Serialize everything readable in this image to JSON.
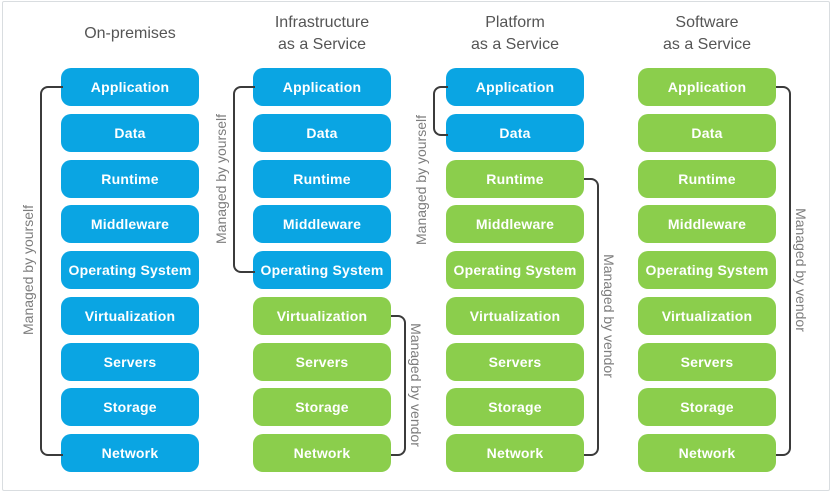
{
  "figure": {
    "colors": {
      "managed_by_self": "#0aa5e3",
      "managed_by_vendor": "#8bce4c"
    },
    "bracket_labels": {
      "self": "Managed by yourself",
      "vendor": "Managed by vendor"
    },
    "columns": [
      {
        "id": "on-premises",
        "title_lines": [
          "On-premises"
        ],
        "layers": [
          {
            "label": "Application",
            "managed_by": "self"
          },
          {
            "label": "Data",
            "managed_by": "self"
          },
          {
            "label": "Runtime",
            "managed_by": "self"
          },
          {
            "label": "Middleware",
            "managed_by": "self"
          },
          {
            "label": "Operating System",
            "managed_by": "self"
          },
          {
            "label": "Virtualization",
            "managed_by": "self"
          },
          {
            "label": "Servers",
            "managed_by": "self"
          },
          {
            "label": "Storage",
            "managed_by": "self"
          },
          {
            "label": "Network",
            "managed_by": "self"
          }
        ],
        "brackets": [
          {
            "side": "left",
            "from": 0,
            "to": 8,
            "label": "Managed by yourself"
          }
        ]
      },
      {
        "id": "iaas",
        "title_lines": [
          "Infrastructure",
          "as a Service"
        ],
        "layers": [
          {
            "label": "Application",
            "managed_by": "self"
          },
          {
            "label": "Data",
            "managed_by": "self"
          },
          {
            "label": "Runtime",
            "managed_by": "self"
          },
          {
            "label": "Middleware",
            "managed_by": "self"
          },
          {
            "label": "Operating System",
            "managed_by": "self"
          },
          {
            "label": "Virtualization",
            "managed_by": "vendor"
          },
          {
            "label": "Servers",
            "managed_by": "vendor"
          },
          {
            "label": "Storage",
            "managed_by": "vendor"
          },
          {
            "label": "Network",
            "managed_by": "vendor"
          }
        ],
        "brackets": [
          {
            "side": "left",
            "from": 0,
            "to": 4,
            "label": "Managed by yourself"
          },
          {
            "side": "right",
            "from": 5,
            "to": 8,
            "label": "Managed by vendor"
          }
        ]
      },
      {
        "id": "paas",
        "title_lines": [
          "Platform",
          "as a Service"
        ],
        "layers": [
          {
            "label": "Application",
            "managed_by": "self"
          },
          {
            "label": "Data",
            "managed_by": "self"
          },
          {
            "label": "Runtime",
            "managed_by": "vendor"
          },
          {
            "label": "Middleware",
            "managed_by": "vendor"
          },
          {
            "label": "Operating System",
            "managed_by": "vendor"
          },
          {
            "label": "Virtualization",
            "managed_by": "vendor"
          },
          {
            "label": "Servers",
            "managed_by": "vendor"
          },
          {
            "label": "Storage",
            "managed_by": "vendor"
          },
          {
            "label": "Network",
            "managed_by": "vendor"
          }
        ],
        "brackets": [
          {
            "side": "left",
            "from": 0,
            "to": 1,
            "label": "Managed by yourself"
          },
          {
            "side": "right",
            "from": 2,
            "to": 8,
            "label": "Managed by vendor"
          }
        ]
      },
      {
        "id": "saas",
        "title_lines": [
          "Software",
          "as a Service"
        ],
        "layers": [
          {
            "label": "Application",
            "managed_by": "vendor"
          },
          {
            "label": "Data",
            "managed_by": "vendor"
          },
          {
            "label": "Runtime",
            "managed_by": "vendor"
          },
          {
            "label": "Middleware",
            "managed_by": "vendor"
          },
          {
            "label": "Operating System",
            "managed_by": "vendor"
          },
          {
            "label": "Virtualization",
            "managed_by": "vendor"
          },
          {
            "label": "Servers",
            "managed_by": "vendor"
          },
          {
            "label": "Storage",
            "managed_by": "vendor"
          },
          {
            "label": "Network",
            "managed_by": "vendor"
          }
        ],
        "brackets": [
          {
            "side": "right",
            "from": 0,
            "to": 8,
            "label": "Managed by vendor"
          }
        ]
      }
    ]
  }
}
